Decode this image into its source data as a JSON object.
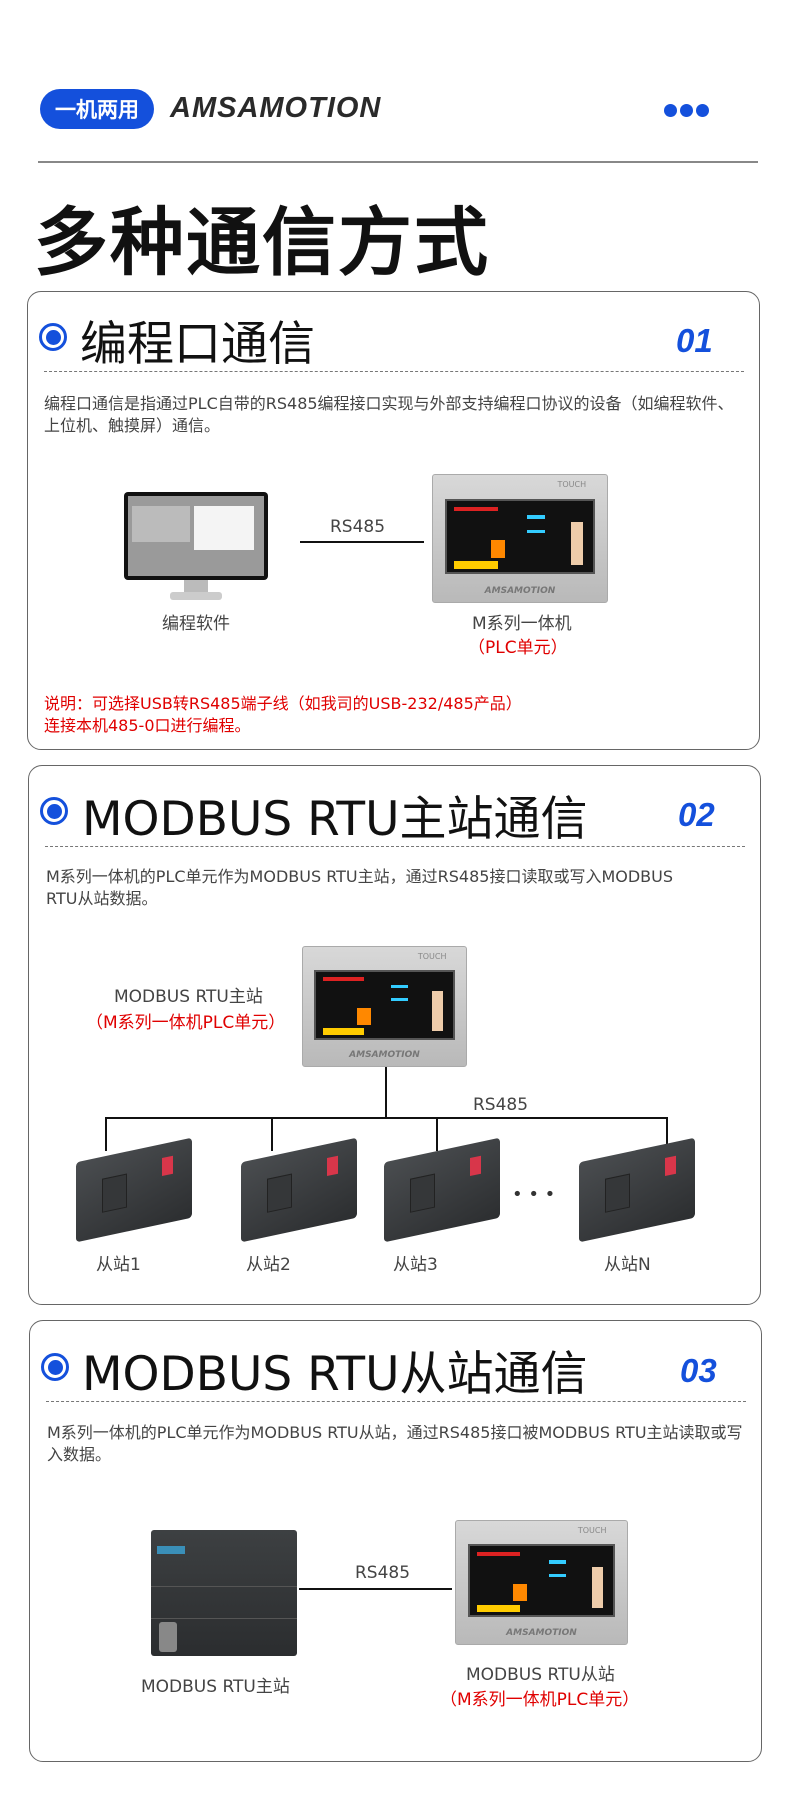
{
  "header": {
    "badge": "一机两用",
    "brand": "AMSAMOTION",
    "title": "多种通信方式"
  },
  "device_logo": "AMSAMOTION",
  "device_touch": "TOUCH",
  "sections": [
    {
      "title": "编程口通信",
      "number": "01",
      "desc": "编程口通信是指通过PLC自带的RS485编程接口实现与外部支持编程口协议的设备（如编程软件、上位机、触摸屏）通信。",
      "link_label": "RS485",
      "left_label": "编程软件",
      "right_label": "M系列一体机",
      "right_sub": "（PLC单元）",
      "note_line1": "说明：可选择USB转RS485端子线（如我司的USB-232/485产品）",
      "note_line2": "连接本机485-0口进行编程。"
    },
    {
      "title": "MODBUS RTU主站通信",
      "number": "02",
      "desc": "M系列一体机的PLC单元作为MODBUS RTU主站，通过RS485接口读取或写入MODBUS RTU从站数据。",
      "master_label": "MODBUS RTU主站",
      "master_sub": "（M系列一体机PLC单元）",
      "bus_label": "RS485",
      "ellipsis": "• • •",
      "slaves": [
        "从站1",
        "从站2",
        "从站3",
        "从站N"
      ]
    },
    {
      "title": "MODBUS RTU从站通信",
      "number": "03",
      "desc": "M系列一体机的PLC单元作为MODBUS RTU从站，通过RS485接口被MODBUS RTU主站读取或写入数据。",
      "link_label": "RS485",
      "left_label": "MODBUS RTU主站",
      "right_label": "MODBUS RTU从站",
      "right_sub": "（M系列一体机PLC单元）"
    }
  ],
  "colors": {
    "accent": "#1450dc",
    "note": "#e00000"
  }
}
